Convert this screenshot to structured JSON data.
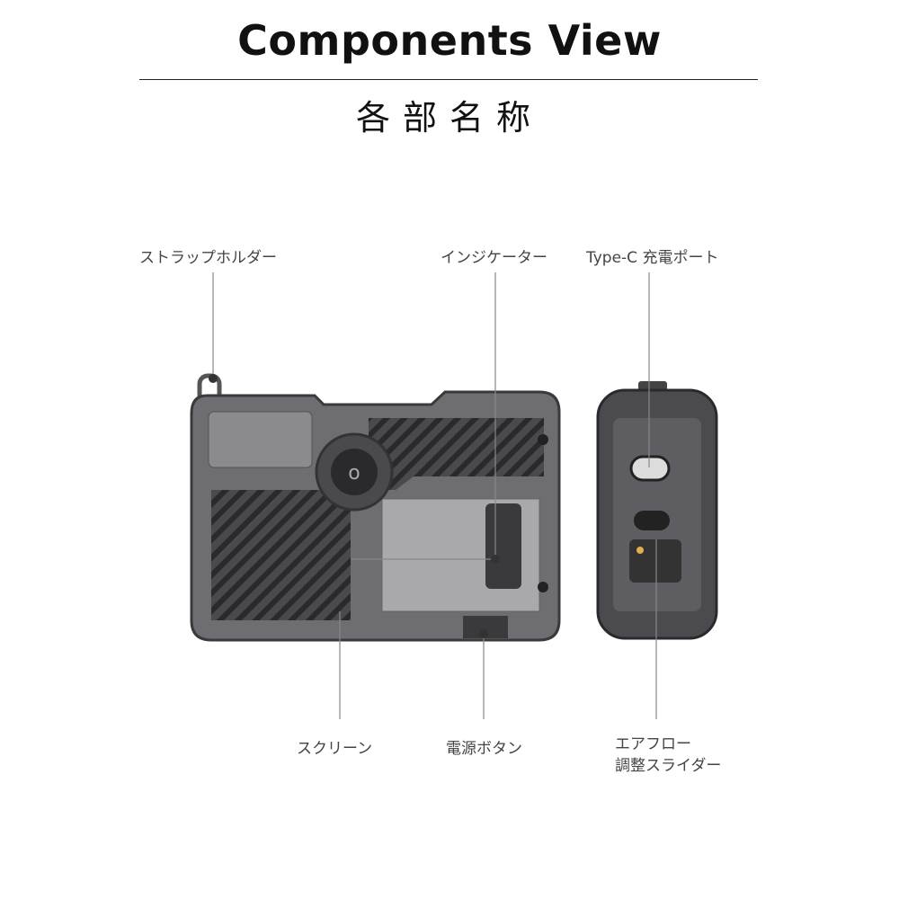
{
  "title": "Components View",
  "subtitle": "各部名称",
  "labels": {
    "strap_holder": "ストラップホルダー",
    "indicator": "インジケーター",
    "type_c_port": "Type-C 充電ポート",
    "screen": "スクリーン",
    "power_button": "電源ボタン",
    "airflow_line1": "エアフロー",
    "airflow_line2": "調整スライダー"
  },
  "colors": {
    "text": "#111111",
    "label": "#444444",
    "leader": "#888888",
    "device": "#3a3a3c"
  }
}
